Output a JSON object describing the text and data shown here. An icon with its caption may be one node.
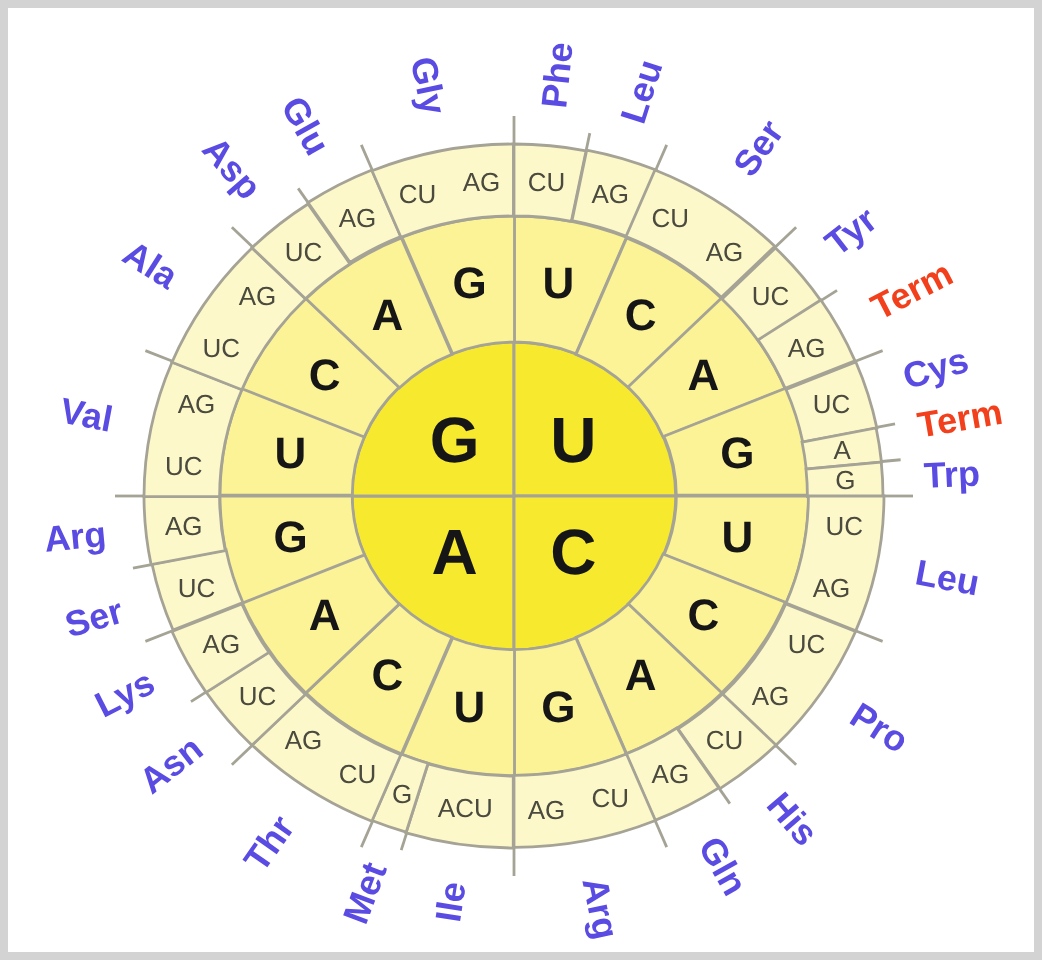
{
  "diagram": {
    "nodes": [
      {
        "text": [
          "U"
        ]
      },
      {
        "text": [
          "C"
        ]
      },
      {
        "text": [
          "A"
        ]
      },
      {
        "text": [
          "G"
        ]
      },
      {
        "text": [
          "U"
        ]
      },
      {
        "text": [
          "C"
        ]
      },
      {
        "text": [
          "A"
        ]
      },
      {
        "text": [
          "G"
        ]
      },
      {
        "text": [
          "U"
        ]
      },
      {
        "text": [
          "C"
        ]
      },
      {
        "text": [
          "A"
        ]
      },
      {
        "text": [
          "G"
        ]
      },
      {
        "text": [
          "U"
        ]
      },
      {
        "text": [
          "C"
        ]
      },
      {
        "text": [
          "A"
        ]
      },
      {
        "text": [
          "G"
        ]
      },
      {
        "text": [
          "U"
        ]
      },
      {
        "text": [
          "C"
        ]
      },
      {
        "text": [
          "A"
        ]
      },
      {
        "text": [
          "G"
        ]
      },
      {
        "text": [
          "CU"
        ],
        "beside": [
          "Phe"
        ]
      },
      {
        "text": [
          "AG"
        ],
        "beside": [
          "Leu"
        ]
      },
      {
        "text": [
          "CU",
          "AG"
        ],
        "beside": [
          "Ser"
        ]
      },
      {
        "text": [
          "UC"
        ],
        "beside": [
          "Tyr"
        ]
      },
      {
        "text": [
          "AG"
        ],
        "beside": [
          "Term"
        ]
      },
      {
        "text": [
          "UC"
        ],
        "beside": [
          "Cys"
        ]
      },
      {
        "text": [
          "A"
        ],
        "beside": [
          "Term"
        ]
      },
      {
        "text": [
          "G"
        ],
        "beside": [
          "Trp"
        ]
      },
      {
        "text": [
          "UC",
          "AG"
        ],
        "beside": [
          "Leu"
        ]
      },
      {
        "text": [
          "UC",
          "AG"
        ],
        "beside": [
          "Pro"
        ]
      },
      {
        "text": [
          "CU"
        ],
        "beside": [
          "His"
        ]
      },
      {
        "text": [
          "AG"
        ],
        "beside": [
          "Gln"
        ]
      },
      {
        "text": [
          "AG",
          "CU"
        ],
        "beside": [
          "Arg"
        ]
      },
      {
        "text": [
          "ACU"
        ],
        "beside": [
          "Ile"
        ]
      },
      {
        "text": [
          "G"
        ],
        "beside": [
          "Met"
        ]
      },
      {
        "text": [
          "AG",
          "CU"
        ],
        "beside": [
          "Thr"
        ]
      },
      {
        "text": [
          "UC"
        ],
        "beside": [
          "Asn"
        ]
      },
      {
        "text": [
          "AG"
        ],
        "beside": [
          "Lys"
        ]
      },
      {
        "text": [
          "UC"
        ],
        "beside": [
          "Ser"
        ]
      },
      {
        "text": [
          "AG"
        ],
        "beside": [
          "Arg"
        ]
      },
      {
        "text": [
          "AG",
          "UC"
        ],
        "beside": [
          "Val"
        ]
      },
      {
        "text": [
          "AG",
          "UC"
        ],
        "beside": [
          "Ala"
        ]
      },
      {
        "text": [
          "UC"
        ],
        "beside": [
          "Asp"
        ]
      },
      {
        "text": [
          "AG"
        ],
        "beside": [
          "Glu"
        ]
      },
      {
        "text": [
          "CU",
          "AG"
        ],
        "beside": [
          "Gly"
        ]
      }
    ]
  }
}
